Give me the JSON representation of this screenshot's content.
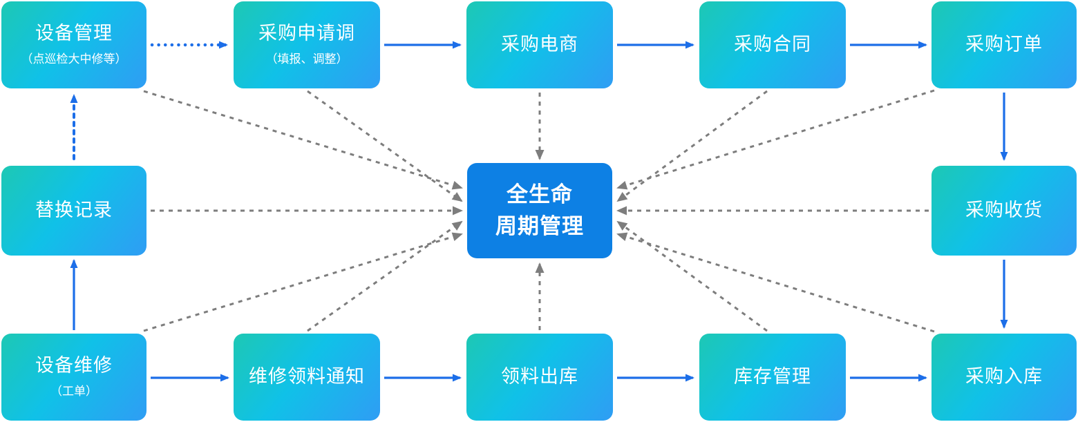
{
  "diagram": {
    "center_node": {
      "id": "lifecycle-management",
      "label_line1": "全生命",
      "label_line2": "周期管理"
    },
    "nodes": [
      {
        "id": "equipment-management",
        "label": "设备管理",
        "sublabel": "（点巡检大中修等）"
      },
      {
        "id": "purchase-request",
        "label": "采购申请调",
        "sublabel": "（填报、调整）"
      },
      {
        "id": "purchase-ecommerce",
        "label": "采购电商"
      },
      {
        "id": "purchase-contract",
        "label": "采购合同"
      },
      {
        "id": "purchase-order",
        "label": "采购订单"
      },
      {
        "id": "replacement-record",
        "label": "替换记录"
      },
      {
        "id": "purchase-receiving",
        "label": "采购收货"
      },
      {
        "id": "equipment-repair",
        "label": "设备维修",
        "sublabel": "（工单）"
      },
      {
        "id": "repair-material-notice",
        "label": "维修领料通知"
      },
      {
        "id": "material-outbound",
        "label": "领料出库"
      },
      {
        "id": "inventory-management",
        "label": "库存管理"
      },
      {
        "id": "purchase-inbound",
        "label": "采购入库"
      }
    ],
    "edges": {
      "solid_blue": [
        {
          "from": "purchase-request",
          "to": "purchase-ecommerce"
        },
        {
          "from": "purchase-ecommerce",
          "to": "purchase-contract"
        },
        {
          "from": "purchase-contract",
          "to": "purchase-order"
        },
        {
          "from": "purchase-order",
          "to": "purchase-receiving"
        },
        {
          "from": "purchase-receiving",
          "to": "purchase-inbound"
        },
        {
          "from": "equipment-repair",
          "to": "replacement-record"
        },
        {
          "from": "equipment-repair",
          "to": "repair-material-notice"
        },
        {
          "from": "repair-material-notice",
          "to": "material-outbound"
        },
        {
          "from": "material-outbound",
          "to": "inventory-management"
        },
        {
          "from": "inventory-management",
          "to": "purchase-inbound"
        }
      ],
      "dotted_blue": [
        {
          "from": "equipment-management",
          "to": "purchase-request"
        },
        {
          "from": "replacement-record",
          "to": "equipment-management"
        }
      ],
      "dashed_gray_to_center": [
        "equipment-management",
        "purchase-request",
        "purchase-ecommerce",
        "purchase-contract",
        "purchase-order",
        "replacement-record",
        "purchase-receiving",
        "equipment-repair",
        "repair-material-notice",
        "material-outbound",
        "inventory-management",
        "purchase-inbound"
      ]
    },
    "colors": {
      "node_gradient_start": "#1dc8b4",
      "node_gradient_mid": "#10c1e8",
      "node_gradient_end": "#2f9df4",
      "center_node_fill": "#0d80e4",
      "arrow_blue": "#1c6ee8",
      "arrow_gray": "#7d7d7d",
      "text": "#ffffff",
      "background": "#ffffff"
    }
  }
}
